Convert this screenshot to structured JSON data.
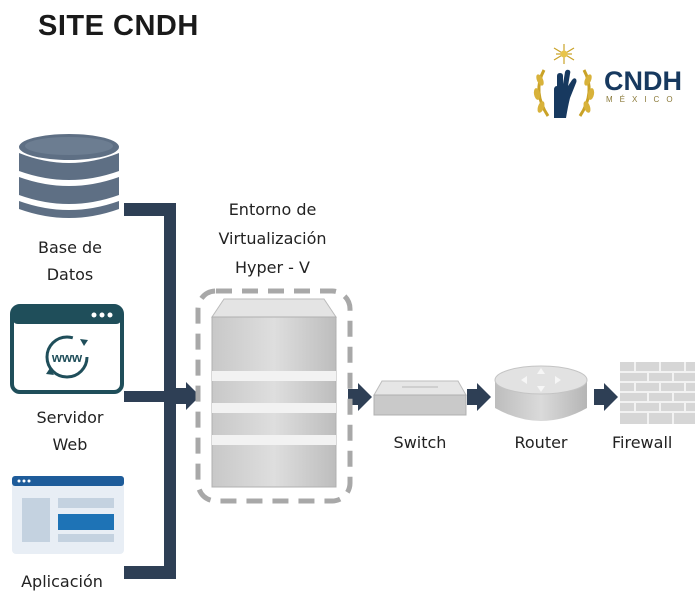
{
  "header": {
    "title": "SITE CNDH"
  },
  "logo": {
    "word": "CNDH",
    "subtitle": "MÉXICO"
  },
  "nodes": {
    "database": {
      "label_line1": "Base de",
      "label_line2": "Datos",
      "icon": "database-icon"
    },
    "web_server": {
      "label_line1": "Servidor",
      "label_line2": "Web",
      "icon": "www-window-icon",
      "browser_text": "www"
    },
    "application": {
      "label": "Aplicación",
      "icon": "application-window-icon"
    },
    "virtualization": {
      "label_line1": "Entorno de",
      "label_line2": "Virtualización",
      "label_line3": "Hyper - V",
      "icon": "server-rack-icon"
    },
    "switch": {
      "label": "Switch",
      "icon": "switch-icon"
    },
    "router": {
      "label": "Router",
      "icon": "router-icon"
    },
    "firewall": {
      "label": "Firewall",
      "icon": "firewall-icon"
    }
  },
  "colors": {
    "connector": "#2e3f55",
    "teal": "#1f4e5a",
    "db_slate": "#5e6f84",
    "app_blue": "#1e73b6",
    "logo_navy": "#17395f",
    "logo_gold": "#c9a227"
  }
}
